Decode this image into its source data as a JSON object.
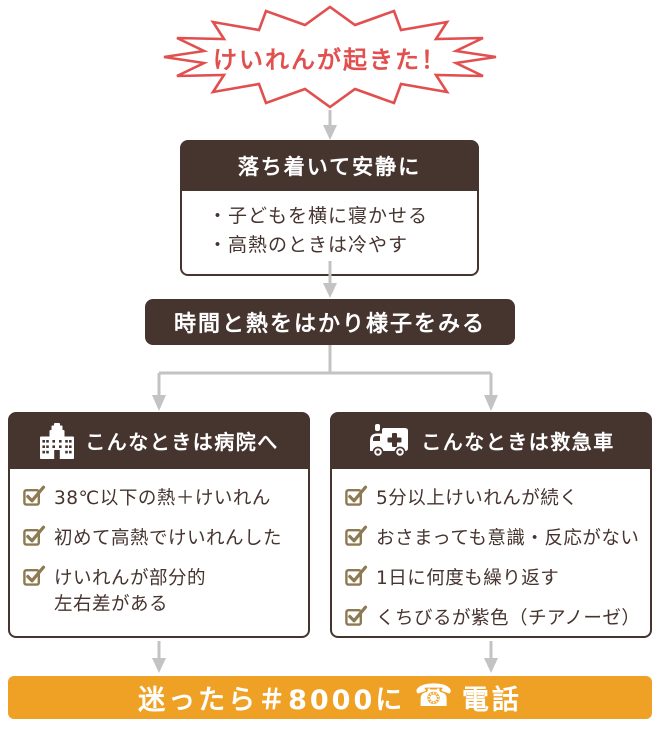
{
  "colors": {
    "dark_brown": "#46342f",
    "orange": "#efa125",
    "alert_red": "#e14f4f",
    "arrow_gray": "#c3c3c3",
    "check_khaki": "#8d7a52"
  },
  "alert": {
    "text": "けいれんが起きた！"
  },
  "calm_box": {
    "title": "落ち着いて安静に",
    "items": [
      "・子どもを横に寝かせる",
      "・高熱のときは冷やす"
    ]
  },
  "observe_box": {
    "title": "時間と熱をはかり様子をみる"
  },
  "hospital_box": {
    "icon": "hospital-icon",
    "title": "こんなときは病院へ",
    "items": [
      "38℃以下の熱＋けいれん",
      "初めて高熱でけいれんした",
      "けいれんが部分的\n左右差がある"
    ]
  },
  "ambulance_box": {
    "icon": "ambulance-icon",
    "title": "こんなときは救急車",
    "items": [
      "5分以上けいれんが続く",
      "おさまっても意識・反応がない",
      "1日に何度も繰り返す",
      "くちびるが紫色（チアノーゼ）"
    ]
  },
  "hotline": {
    "text_before": "迷ったら＃8000に",
    "phone_glyph": "☎",
    "text_after": "電話"
  }
}
